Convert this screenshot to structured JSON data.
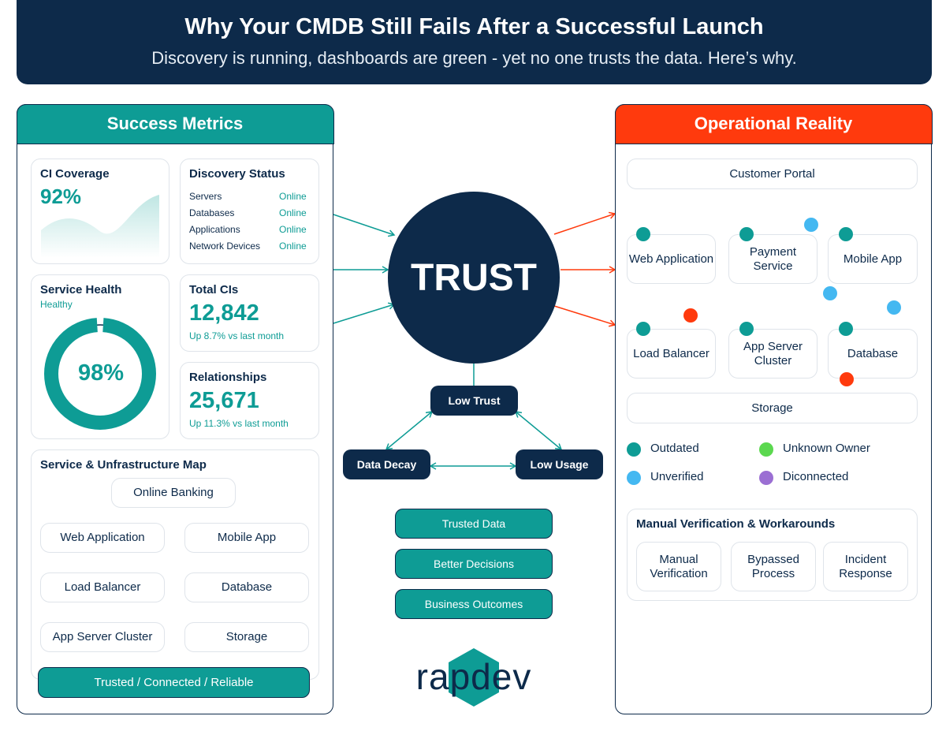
{
  "header": {
    "title": "Why Your CMDB Still Fails After a Successful Launch",
    "subtitle": "Discovery is running, dashboards are green - yet no one trusts the data. Here’s why."
  },
  "colors": {
    "navy": "#0d2a4a",
    "teal": "#0e9c95",
    "red": "#ff3a0d",
    "blue": "#44b8f1",
    "green": "#5bd84f",
    "purple": "#9b6fd3"
  },
  "left_panel": {
    "title": "Success Metrics",
    "ci_coverage": {
      "title": "CI Coverage",
      "value": "92%"
    },
    "discovery": {
      "title": "Discovery Status",
      "rows": [
        {
          "label": "Servers",
          "status": "Online"
        },
        {
          "label": "Databases",
          "status": "Online"
        },
        {
          "label": "Applications",
          "status": "Online"
        },
        {
          "label": "Network Devices",
          "status": "Online"
        }
      ]
    },
    "service_health": {
      "title": "Service Health",
      "status": "Healthy",
      "value": "98%",
      "percent": 98
    },
    "total_cis": {
      "title": "Total CIs",
      "value": "12,842",
      "change": "Up 8.7% vs last month"
    },
    "relationships": {
      "title": "Relationships",
      "value": "25,671",
      "change": "Up 11.3% vs last month"
    },
    "map": {
      "title": "Service & Unfrastructure Map",
      "root": "Online Banking",
      "nodes": [
        "Web Application",
        "Mobile App",
        "Load Balancer",
        "Database",
        "App Server Cluster",
        "Storage"
      ],
      "footer": "Trusted / Connected / Reliable"
    }
  },
  "center": {
    "trust": "TRUST",
    "cycle": {
      "top": "Low Trust",
      "left": "Data Decay",
      "right": "Low Usage"
    },
    "outcomes": [
      "Trusted Data",
      "Better Decisions",
      "Business Outcomes"
    ],
    "logo": "rapdev"
  },
  "right_panel": {
    "title": "Operational Reality",
    "portal": "Customer Portal",
    "nodes": {
      "web_app": "Web Application",
      "payment": "Payment Service",
      "mobile": "Mobile App",
      "load_balancer": "Load Balancer",
      "app_cluster": "App Server Cluster",
      "database": "Database",
      "storage": "Storage"
    },
    "legend": [
      {
        "label": "Outdated",
        "color": "#0e9c95"
      },
      {
        "label": "Unknown Owner",
        "color": "#5bd84f"
      },
      {
        "label": "Unverified",
        "color": "#44b8f1"
      },
      {
        "label": "Diconnected",
        "color": "#9b6fd3"
      }
    ],
    "manual": {
      "title": "Manual Verification & Workarounds",
      "items": [
        "Manual Verification",
        "Bypassed Process",
        "Incident Response"
      ]
    }
  }
}
